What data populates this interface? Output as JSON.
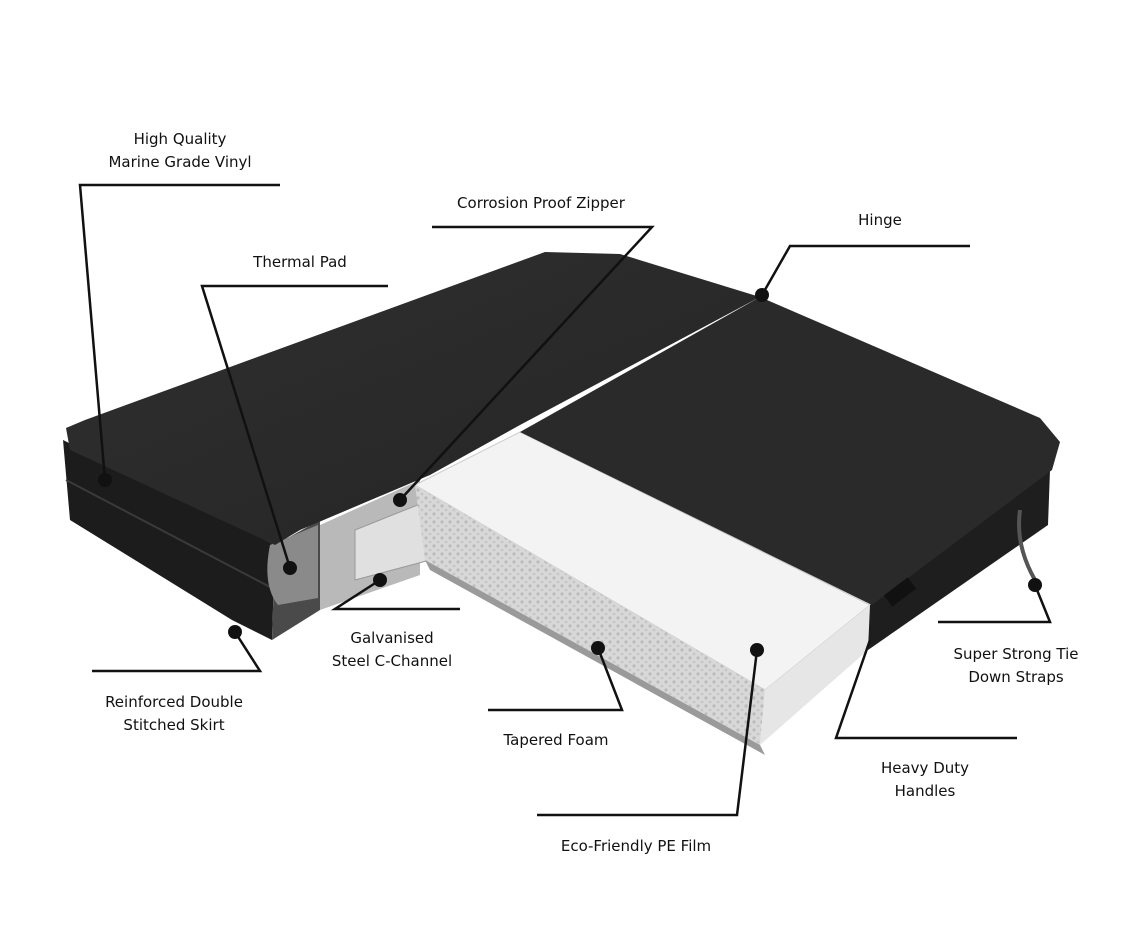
{
  "labels": {
    "vinyl": [
      "High Quality",
      "Marine Grade Vinyl"
    ],
    "thermal_pad": "Thermal Pad",
    "zipper": "Corrosion Proof Zipper",
    "hinge": "Hinge",
    "c_channel": [
      "Galvanised",
      "Steel C-Channel"
    ],
    "skirt": [
      "Reinforced Double",
      "Stitched Skirt"
    ],
    "foam": "Tapered Foam",
    "pe_film": "Eco-Friendly PE Film",
    "straps": [
      "Super Strong Tie",
      "Down Straps"
    ],
    "handles": [
      "Heavy Duty",
      "Handles"
    ]
  },
  "colors": {
    "cover": "#2b2b2b",
    "cover_dark": "#1a1a1a",
    "foam": "#f2f2f2",
    "line": "#111111"
  }
}
